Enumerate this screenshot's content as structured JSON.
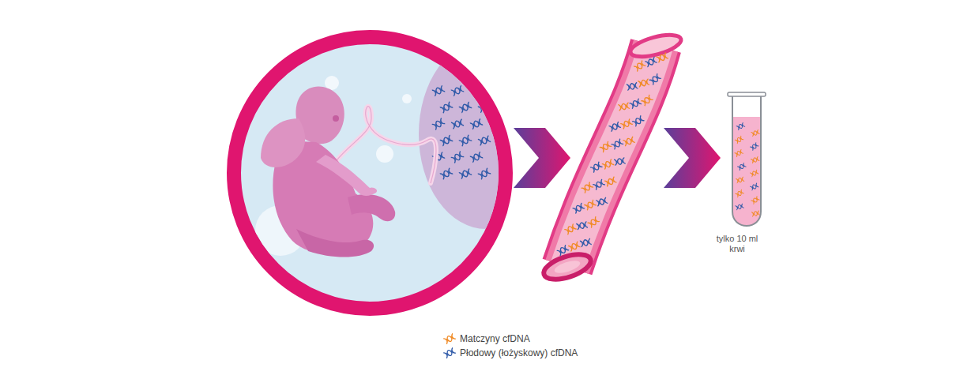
{
  "diagram": {
    "labels": [
      "tylko 10 ml krwi"
    ],
    "legend": [
      {
        "text": "Matczyny cfDNA"
      },
      {
        "text": "Płodowy (łożyskowy) cfDNA"
      }
    ]
  }
}
